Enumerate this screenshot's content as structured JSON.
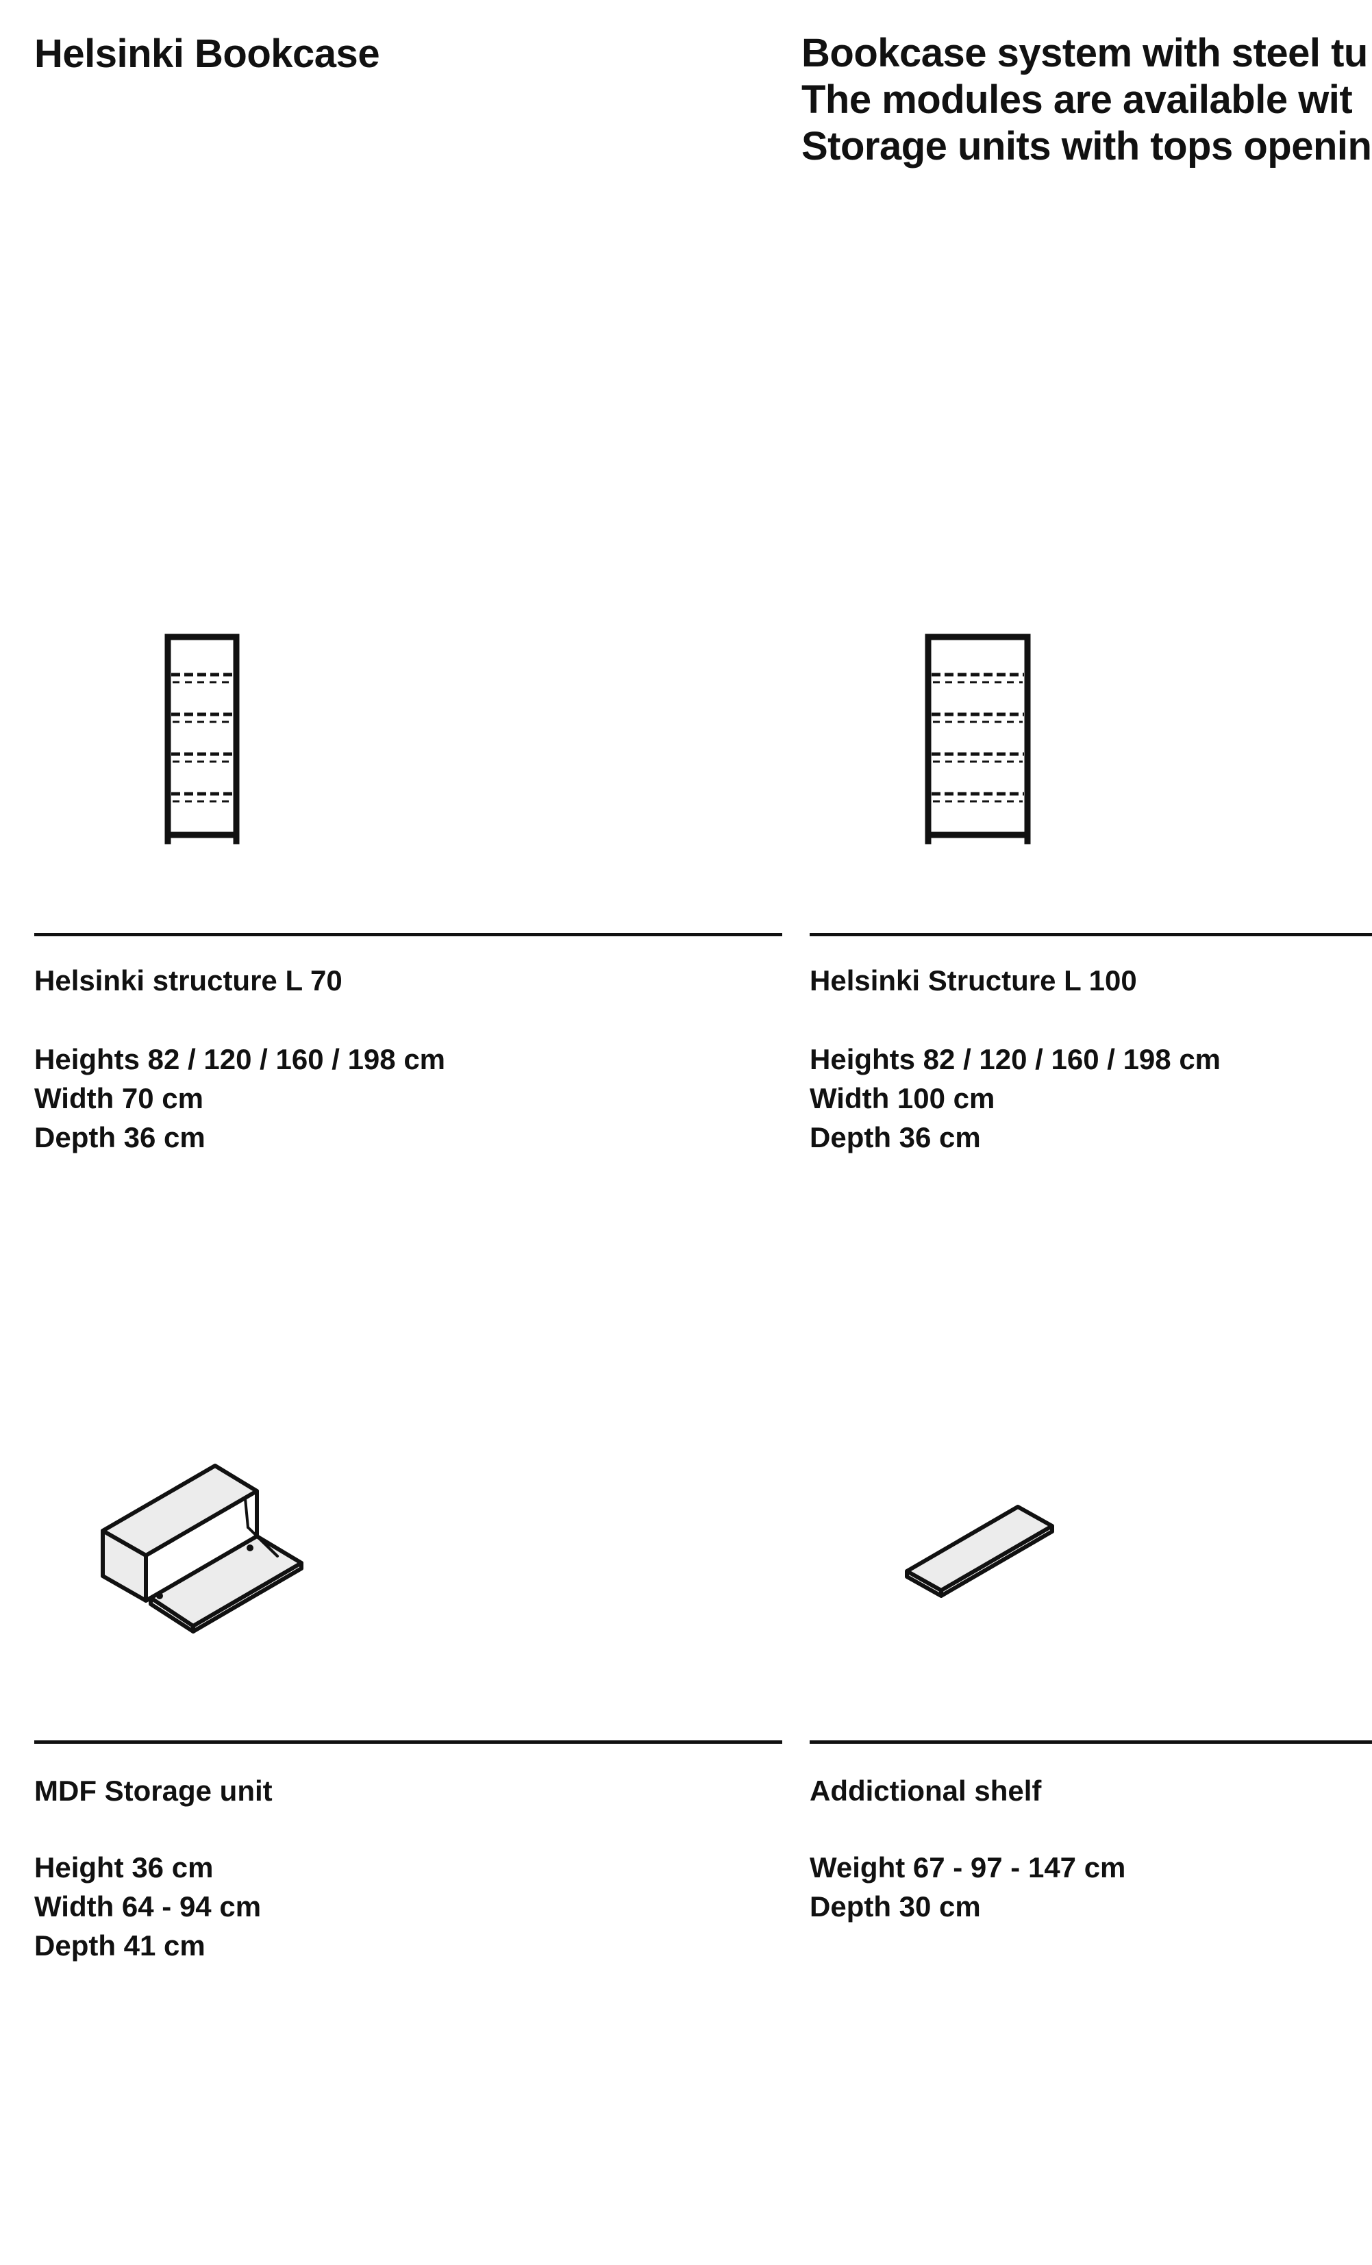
{
  "header": {
    "title": "Helsinki Bookcase",
    "intro_lines": [
      "Bookcase system with steel tu",
      "The modules are available wit",
      "Storage units with tops openin"
    ]
  },
  "products": [
    {
      "name": "Helsinki structure L 70",
      "drawing_icon": "bookcase-structure-narrow-icon",
      "specs": [
        "Heights 82 / 120 / 160 / 198 cm",
        "Width 70 cm",
        "Depth 36 cm"
      ]
    },
    {
      "name": "Helsinki Structure L 100",
      "drawing_icon": "bookcase-structure-wide-icon",
      "specs": [
        "Heights 82 / 120 / 160 / 198 cm",
        "Width 100 cm",
        "Depth 36 cm"
      ]
    },
    {
      "name": "MDF Storage unit",
      "drawing_icon": "storage-unit-icon",
      "specs": [
        "Height 36 cm",
        "Width 64 - 94 cm",
        "Depth 41 cm"
      ]
    },
    {
      "name": "Addictional shelf",
      "drawing_icon": "shelf-icon",
      "specs": [
        "Weight 67 - 97 - 147 cm",
        "Depth 30 cm"
      ]
    }
  ],
  "colors": {
    "ink": "#111111",
    "background": "#ffffff",
    "panel_fill": "#ececec"
  }
}
